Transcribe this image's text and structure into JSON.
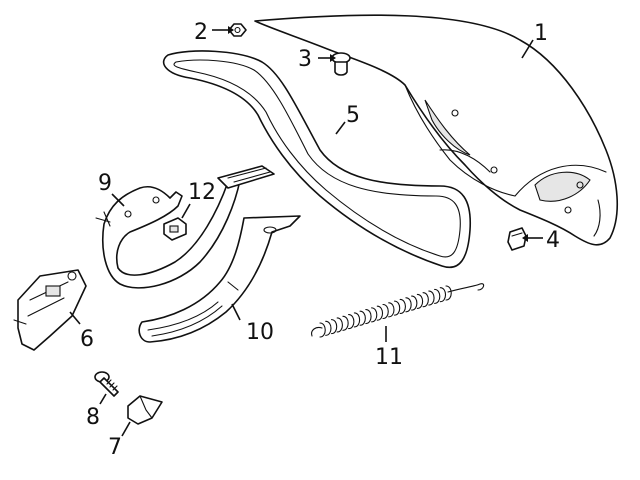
{
  "diagram": {
    "callouts": [
      {
        "id": "1",
        "label": "1"
      },
      {
        "id": "2",
        "label": "2"
      },
      {
        "id": "3",
        "label": "3"
      },
      {
        "id": "4",
        "label": "4"
      },
      {
        "id": "5",
        "label": "5"
      },
      {
        "id": "6",
        "label": "6"
      },
      {
        "id": "7",
        "label": "7"
      },
      {
        "id": "8",
        "label": "8"
      },
      {
        "id": "9",
        "label": "9"
      },
      {
        "id": "10",
        "label": "10"
      },
      {
        "id": "11",
        "label": "11"
      },
      {
        "id": "12",
        "label": "12"
      }
    ]
  },
  "colors": {
    "line": "#111111",
    "background": "#ffffff",
    "shade": "#e6e6e6"
  }
}
